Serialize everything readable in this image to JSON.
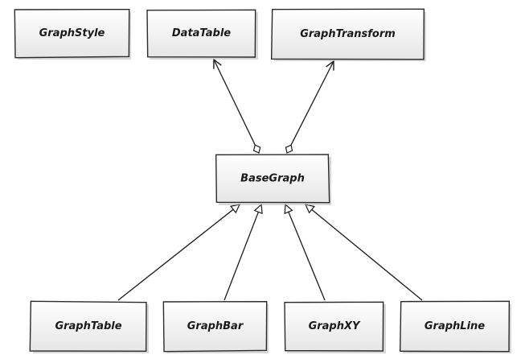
{
  "diagram": {
    "nodes": [
      {
        "id": "graphstyle",
        "label": "GraphStyle"
      },
      {
        "id": "datatable",
        "label": "DataTable"
      },
      {
        "id": "graphtransform",
        "label": "GraphTransform"
      },
      {
        "id": "basegraph",
        "label": "BaseGraph"
      },
      {
        "id": "graphtable",
        "label": "GraphTable"
      },
      {
        "id": "graphbar",
        "label": "GraphBar"
      },
      {
        "id": "graphxy",
        "label": "GraphXY"
      },
      {
        "id": "graphline",
        "label": "GraphLine"
      }
    ],
    "edges": [
      {
        "from": "basegraph",
        "to": "datatable",
        "kind": "aggregation"
      },
      {
        "from": "basegraph",
        "to": "graphtransform",
        "kind": "aggregation"
      },
      {
        "from": "graphtable",
        "to": "basegraph",
        "kind": "inheritance"
      },
      {
        "from": "graphbar",
        "to": "basegraph",
        "kind": "inheritance"
      },
      {
        "from": "graphxy",
        "to": "basegraph",
        "kind": "inheritance"
      },
      {
        "from": "graphline",
        "to": "basegraph",
        "kind": "inheritance"
      }
    ],
    "colors": {
      "box_top": "#ffffff",
      "box_bottom": "#e6e6e6",
      "stroke": "#1a1a1a",
      "shadow": "#b8b8b8"
    }
  }
}
